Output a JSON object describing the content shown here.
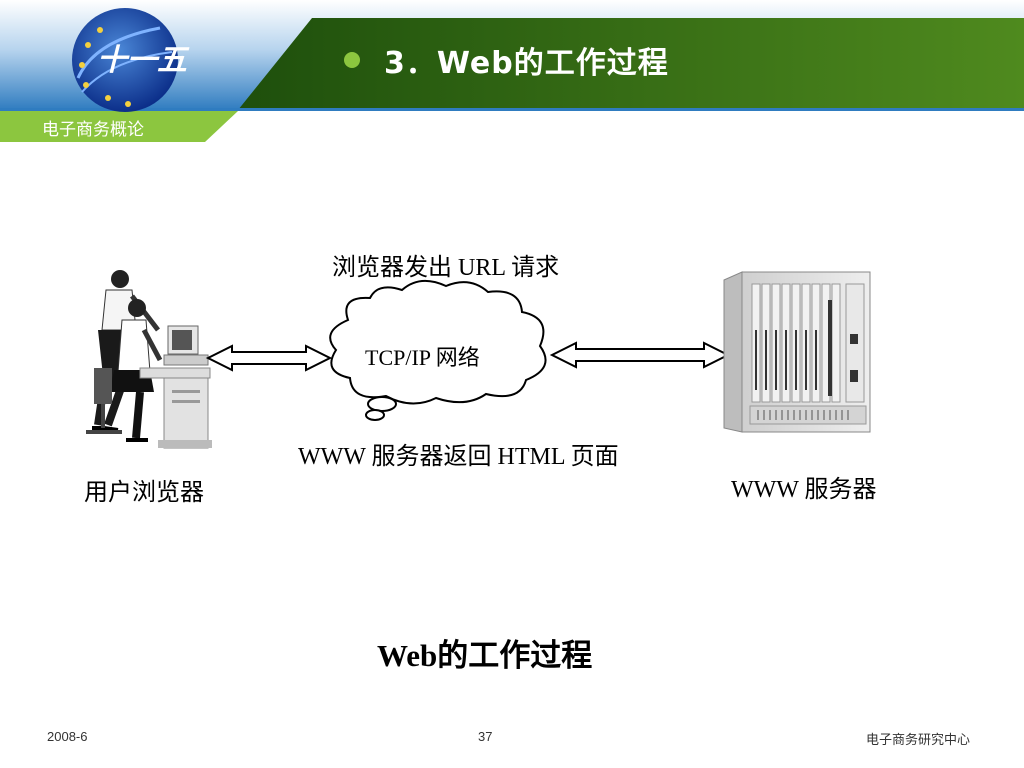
{
  "header": {
    "title": "3．Web的工作过程",
    "course_label": "电子商务概论",
    "logo_text": "十一五",
    "colors": {
      "blue_band": "#2f7cc0",
      "green_band": "#3c6b14",
      "lime_strip": "#8cc63f",
      "bullet": "#8cc63f"
    }
  },
  "diagram": {
    "request_label": "浏览器发出 URL 请求",
    "network_label": "TCP/IP 网络",
    "response_label": "WWW 服务器返回 HTML 页面",
    "client_label": "用户浏览器",
    "server_label": "WWW 服务器",
    "caption": "Web的工作过程"
  },
  "footer": {
    "date": "2008-6",
    "page": "37",
    "organization": "电子商务研究中心"
  }
}
